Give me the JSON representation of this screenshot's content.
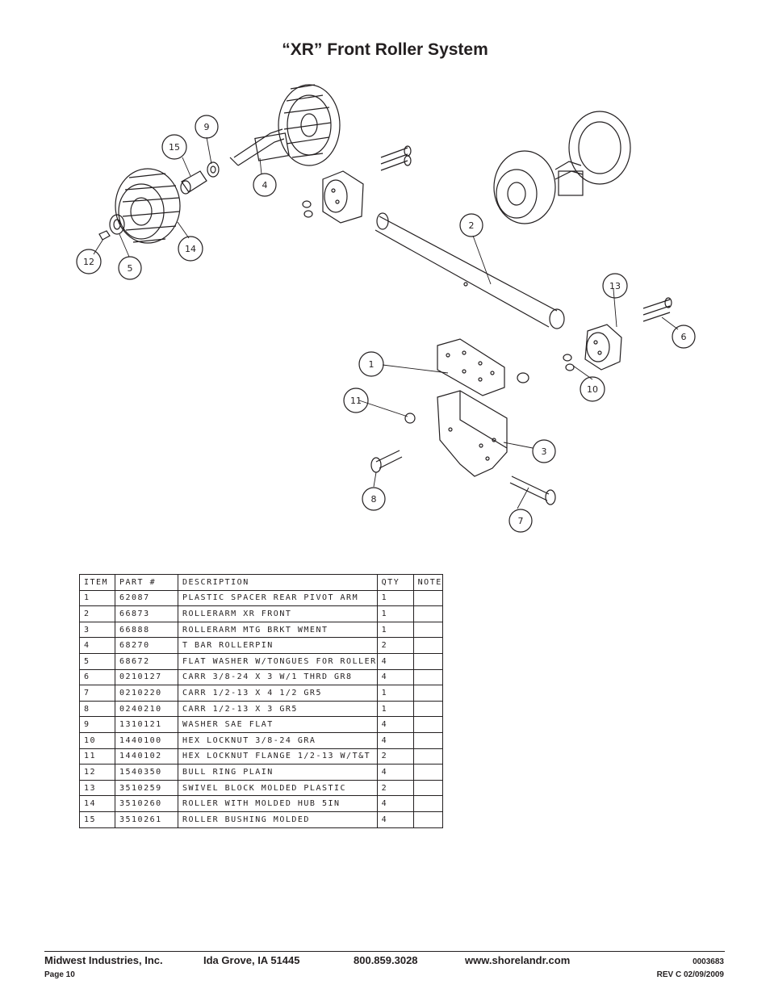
{
  "title": "“XR” Front Roller  System",
  "diagram": {
    "callouts": [
      "1",
      "2",
      "3",
      "4",
      "5",
      "6",
      "7",
      "8",
      "9",
      "10",
      "11",
      "12",
      "13",
      "14",
      "15"
    ]
  },
  "table": {
    "headers": [
      "ITEM",
      "PART #",
      "DESCRIPTION",
      "QTY",
      "NOTE"
    ],
    "rows": [
      [
        "1",
        "62087",
        "PLASTIC SPACER REAR PIVOT ARM",
        "1",
        ""
      ],
      [
        "2",
        "66873",
        "ROLLERARM XR FRONT",
        "1",
        ""
      ],
      [
        "3",
        "66888",
        "ROLLERARM MTG BRKT WMENT",
        "1",
        ""
      ],
      [
        "4",
        "68270",
        "T BAR ROLLERPIN",
        "2",
        ""
      ],
      [
        "5",
        "68672",
        "FLAT WASHER W/TONGUES FOR ROLLER",
        "4",
        ""
      ],
      [
        "6",
        "0210127",
        "CARR 3/8-24 X 3 W/1 THRD GR8",
        "4",
        ""
      ],
      [
        "7",
        "0210220",
        "CARR 1/2-13 X 4 1/2 GR5",
        "1",
        ""
      ],
      [
        "8",
        "0240210",
        "CARR 1/2-13 X 3 GR5",
        "1",
        ""
      ],
      [
        "9",
        "1310121",
        "WASHER SAE FLAT",
        "4",
        ""
      ],
      [
        "10",
        "1440100",
        "HEX LOCKNUT 3/8-24 GRA",
        "4",
        ""
      ],
      [
        "11",
        "1440102",
        "HEX LOCKNUT FLANGE 1/2-13 W/T&T",
        "2",
        ""
      ],
      [
        "12",
        "1540350",
        "BULL RING PLAIN",
        "4",
        ""
      ],
      [
        "13",
        "3510259",
        "SWIVEL BLOCK MOLDED PLASTIC",
        "2",
        ""
      ],
      [
        "14",
        "3510260",
        "ROLLER WITH MOLDED HUB  5IN",
        "4",
        ""
      ],
      [
        "15",
        "3510261",
        "ROLLER BUSHING MOLDED",
        "4",
        ""
      ]
    ]
  },
  "footer": {
    "company": "Midwest Industries, Inc.",
    "city": "Ida Grove, IA  51445",
    "phone": "800.859.3028",
    "website": "www.shorelandr.com",
    "doc_number": "0003683",
    "page": "Page 10",
    "revision": "REV C  02/09/2009"
  }
}
